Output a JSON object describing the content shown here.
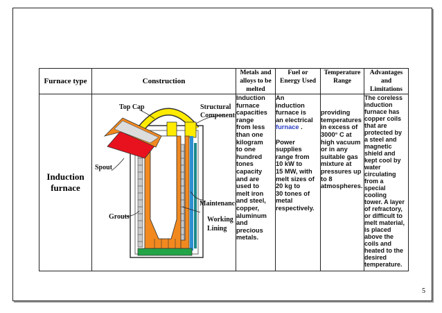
{
  "table": {
    "headers": {
      "furnace_type": "Furnace type",
      "construction": "Construction",
      "metals": [
        "Metals and",
        "alloys to be",
        "melted"
      ],
      "fuel": [
        "Fuel or",
        "Energy Used"
      ],
      "temperature": [
        "Temperature",
        "Range"
      ],
      "advantages": [
        "Advantages",
        "and",
        "Limitations"
      ]
    },
    "row": {
      "furnace_type": [
        "Induction",
        "furnace"
      ],
      "metals": [
        "Induction",
        "furnace",
        "capacities",
        "range",
        "from less",
        "than one",
        "kilogram",
        "to one",
        "hundred",
        "tones",
        "capacity",
        "and are",
        "used to",
        "melt iron",
        "and steel,",
        "copper,",
        "aluminum",
        "and",
        "precious",
        "metals."
      ],
      "fuel": {
        "lines": [
          "An",
          "induction",
          "furnace is",
          "an electrical"
        ],
        "link": "furnace",
        "link_suffix": " .",
        "lines_after": [
          "",
          "Power",
          "supplies",
          "range from",
          "10 kW to",
          "15 MW, with",
          "melt sizes of",
          "20 kg to",
          "30 tones of",
          "metal",
          "respectively."
        ]
      },
      "temperature": [
        "",
        "",
        "providing",
        "temperatures",
        "in excess of",
        "3000° C at",
        "high vacuum",
        "or in any",
        "suitable gas",
        "mixture at",
        "pressures up",
        "to 8",
        "atmospheres."
      ],
      "advantages": [
        "The coreless",
        "induction",
        "furnace has",
        "copper coils",
        "that are",
        "protected by",
        "a steel and",
        "magnetic",
        "shield and",
        "kept cool by",
        "water",
        "circulating",
        "from a",
        "special",
        "cooling",
        "tower. A layer",
        "of refractory,",
        "or difficult to",
        "melt material,",
        "is placed",
        "above the",
        "coils and",
        "heated to the",
        "desired",
        "temperature."
      ]
    }
  },
  "diagram": {
    "labels": {
      "top_cap": "Top Cap",
      "structural": [
        "Structural",
        "Components"
      ],
      "spout": "Spout",
      "maintenance": "Maintenance",
      "grouts": "Grouts",
      "working": [
        "Working",
        "Lining"
      ]
    }
  },
  "page_number": "5",
  "colors": {
    "orange": "#f2891f",
    "yellow": "#ffeb00",
    "blue": "#2e8fd0",
    "teal": "#1a8a8a",
    "green": "#22a447",
    "red": "#e8121e",
    "link_blue": "#2b3fc4"
  }
}
